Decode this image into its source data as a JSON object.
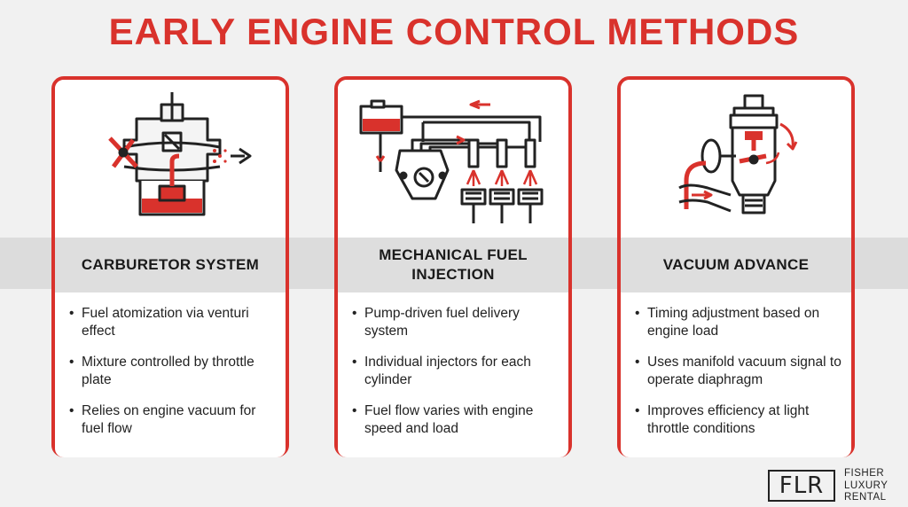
{
  "title": "EARLY ENGINE CONTROL METHODS",
  "colors": {
    "accent": "#d9322c",
    "ink": "#222222",
    "band": "#dcdcdc"
  },
  "cards": [
    {
      "heading": "CARBURETOR SYSTEM",
      "icon": "carburetor-icon",
      "bullets": [
        "Fuel atomization via venturi effect",
        "Mixture controlled by throttle plate",
        "Relies on engine vacuum for fuel flow"
      ]
    },
    {
      "heading": "MECHANICAL FUEL INJECTION",
      "icon": "fuel-injection-icon",
      "bullets": [
        "Pump-driven fuel delivery system",
        "Individual injectors for each cylinder",
        "Fuel flow varies with engine speed and load"
      ]
    },
    {
      "heading": "VACUUM ADVANCE",
      "icon": "distributor-vacuum-advance-icon",
      "bullets": [
        "Timing adjustment based on engine load",
        "Uses manifold vacuum signal to operate diaphragm",
        "Improves efficiency at light throttle conditions"
      ]
    }
  ],
  "logo": {
    "mark": "FLR",
    "lines": [
      "FISHER",
      "LUXURY",
      "RENTAL"
    ]
  }
}
